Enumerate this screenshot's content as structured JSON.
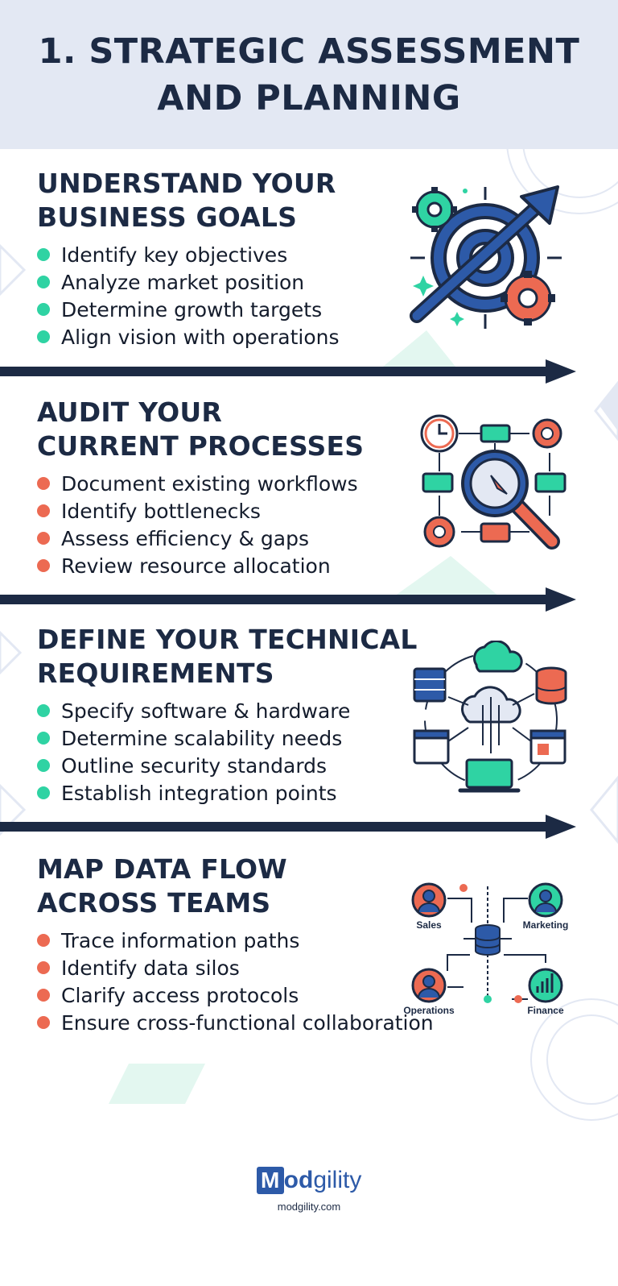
{
  "header": {
    "title_line1": "1. STRATEGIC ASSESSMENT",
    "title_line2": "AND PLANNING"
  },
  "sections": [
    {
      "title_line1": "UNDERSTAND YOUR",
      "title_line2": "BUSINESS GOALS",
      "bullet_color": "#2fd3a3",
      "icon": "target-growth-icon",
      "items": [
        "Identify key objectives",
        "Analyze market position",
        "Determine growth targets",
        "Align vision with operations"
      ]
    },
    {
      "title_line1": "AUDIT YOUR",
      "title_line2": "CURRENT PROCESSES",
      "bullet_color": "#ec6a52",
      "icon": "process-audit-icon",
      "items": [
        "Document existing workflows",
        "Identify bottlenecks",
        "Assess efficiency & gaps",
        "Review resource allocation"
      ]
    },
    {
      "title_line1": "DEFINE YOUR TECHNICAL",
      "title_line2": "REQUIREMENTS",
      "bullet_color": "#2fd3a3",
      "icon": "cloud-infrastructure-icon",
      "items": [
        "Specify software & hardware",
        "Determine scalability needs",
        "Outline security standards",
        "Establish integration points"
      ]
    },
    {
      "title_line1": "MAP DATA FLOW",
      "title_line2": "ACROSS TEAMS",
      "bullet_color": "#ec6a52",
      "icon": "team-data-flow-icon",
      "items": [
        "Trace information paths",
        "Identify data silos",
        "Clarify access protocols",
        "Ensure cross-functional collaboration"
      ],
      "teams": [
        "Sales",
        "Marketing",
        "Operations",
        "Finance"
      ]
    }
  ],
  "colors": {
    "navy": "#1c2a44",
    "teal": "#2fd3a3",
    "coral": "#ec6a52",
    "blue": "#2d5aa8",
    "header_bg": "#e3e8f3"
  },
  "footer": {
    "logo_m": "M",
    "logo_od": "od",
    "logo_rest": "gility",
    "url": "modgility.com"
  }
}
